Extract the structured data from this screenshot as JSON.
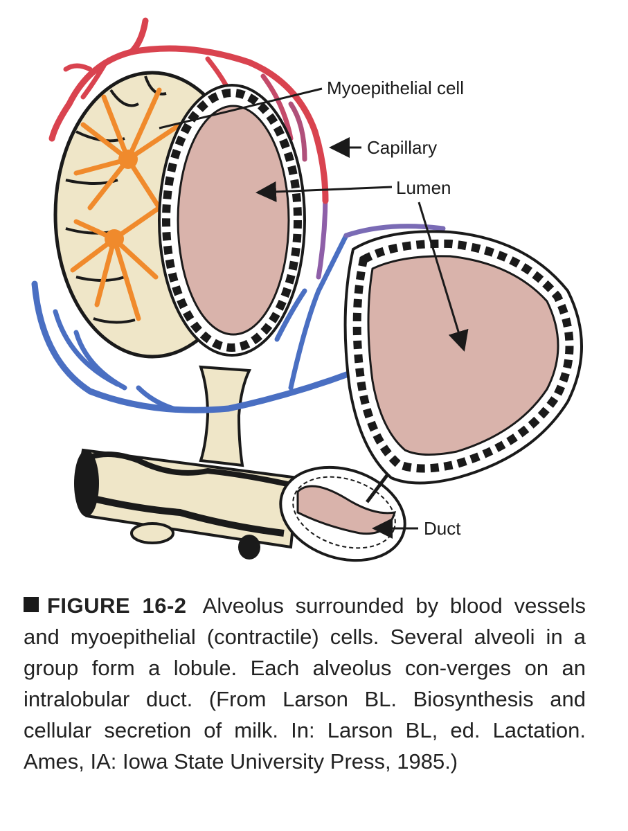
{
  "diagram": {
    "labels": {
      "myoepithelial_cell": "Myoepithelial cell",
      "capillary": "Capillary",
      "lumen": "Lumen",
      "duct": "Duct"
    }
  },
  "caption": {
    "figure_number": "FIGURE 16-2",
    "text": "Alveolus surrounded by blood vessels and myoepithelial (contractile) cells. Several alveoli in a group form a lobule. Each alveolus con-verges on an intralobular duct. (From Larson BL. Biosynthesis and cellular secretion of milk. In: Larson BL, ed. Lactation. Ames, IA: Iowa State University Press, 1985.)"
  },
  "colors": {
    "artery": "#d9434f",
    "vein": "#4a6fc2",
    "myoepithelial": "#f08a2c",
    "lumen": "#d9b3ab",
    "tissue": "#efe6c8",
    "outline": "#1a1a1a"
  }
}
